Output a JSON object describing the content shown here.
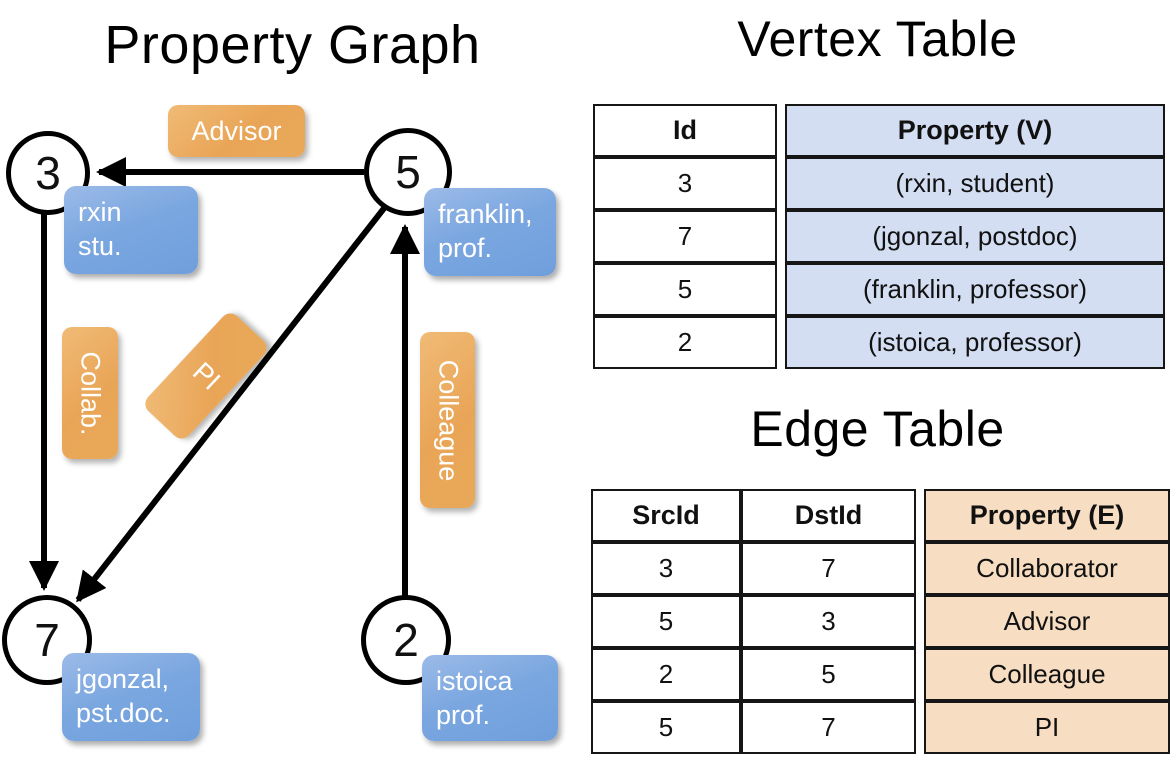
{
  "titles": {
    "property_graph": "Property Graph",
    "vertex_table": "Vertex Table",
    "edge_table": "Edge Table"
  },
  "graph": {
    "nodes": [
      {
        "id": "3",
        "property": "rxin\nstu."
      },
      {
        "id": "5",
        "property": "franklin,\nprof."
      },
      {
        "id": "7",
        "property": "jgonzal,\npst.doc."
      },
      {
        "id": "2",
        "property": "istoica\nprof."
      }
    ],
    "node_labels": {
      "n3": "3",
      "n5": "5",
      "n7": "7",
      "n2": "2"
    },
    "node_props": {
      "rxin_line1": "rxin",
      "rxin_line2": "stu.",
      "franklin_line1": "franklin,",
      "franklin_line2": "prof.",
      "jgonzal_line1": "jgonzal,",
      "jgonzal_line2": "pst.doc.",
      "istoica_line1": "istoica",
      "istoica_line2": "prof."
    },
    "edge_labels": {
      "advisor": "Advisor",
      "collab": "Collab.",
      "pi": "PI",
      "colleague": "Colleague"
    },
    "edges": [
      {
        "src": "5",
        "dst": "3",
        "label": "Advisor"
      },
      {
        "src": "3",
        "dst": "7",
        "label": "Collab."
      },
      {
        "src": "5",
        "dst": "7",
        "label": "PI"
      },
      {
        "src": "2",
        "dst": "5",
        "label": "Colleague"
      }
    ]
  },
  "vertex_table": {
    "columns": [
      "Id",
      "Property (V)"
    ],
    "rows": [
      {
        "id": "3",
        "property": "(rxin, student)"
      },
      {
        "id": "7",
        "property": "(jgonzal, postdoc)"
      },
      {
        "id": "5",
        "property": "(franklin, professor)"
      },
      {
        "id": "2",
        "property": "(istoica, professor)"
      }
    ]
  },
  "edge_table": {
    "columns": [
      "SrcId",
      "DstId",
      "Property (E)"
    ],
    "rows": [
      {
        "src": "3",
        "dst": "7",
        "property": "Collaborator"
      },
      {
        "src": "5",
        "dst": "3",
        "property": "Advisor"
      },
      {
        "src": "2",
        "dst": "5",
        "property": "Colleague"
      },
      {
        "src": "5",
        "dst": "7",
        "property": "PI"
      }
    ]
  },
  "colors": {
    "vertex_fill": "#d3def2",
    "edge_fill": "#f7ddc2",
    "property_box": "#7ba7e0",
    "label_box": "#e9a557",
    "stroke": "#000000"
  }
}
